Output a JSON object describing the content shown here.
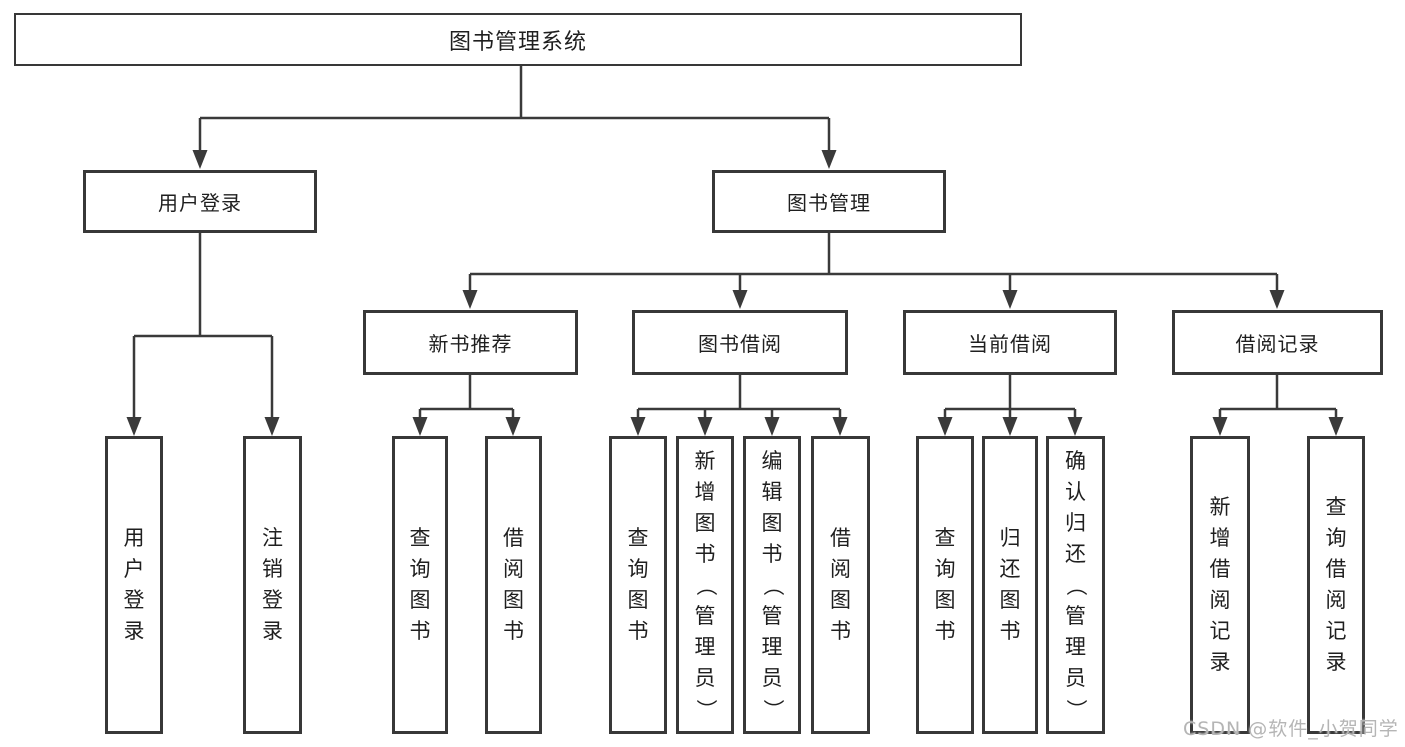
{
  "tree": {
    "label": "图书管理系统",
    "children": [
      {
        "label": "用户登录",
        "children": [
          {
            "label": "用户登录"
          },
          {
            "label": "注销登录"
          }
        ]
      },
      {
        "label": "图书管理",
        "children": [
          {
            "label": "新书推荐",
            "children": [
              {
                "label": "查询图书"
              },
              {
                "label": "借阅图书"
              }
            ]
          },
          {
            "label": "图书借阅",
            "children": [
              {
                "label": "查询图书"
              },
              {
                "label": "新增图书（管理员）"
              },
              {
                "label": "编辑图书（管理员）"
              },
              {
                "label": "借阅图书"
              }
            ]
          },
          {
            "label": "当前借阅",
            "children": [
              {
                "label": "查询图书"
              },
              {
                "label": "归还图书"
              },
              {
                "label": "确认归还（管理员）"
              }
            ]
          },
          {
            "label": "借阅记录",
            "children": [
              {
                "label": "新增借阅记录"
              },
              {
                "label": "查询借阅记录"
              }
            ]
          }
        ]
      }
    ]
  },
  "watermark": {
    "text": "CSDN @软件_小贺同学"
  },
  "colors": {
    "line": "#3a3a3a",
    "box_border": "#383838",
    "text": "#1f1f1f",
    "background": "#ffffff",
    "watermark": "#b5b5b5"
  }
}
